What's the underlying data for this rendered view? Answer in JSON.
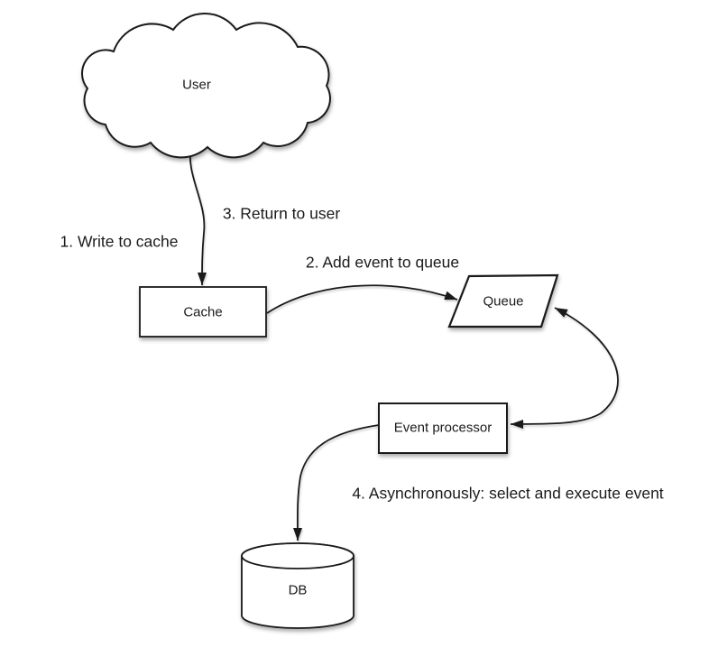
{
  "diagram": {
    "background_color": "#ffffff",
    "stroke_color": "#1a1a1a",
    "text_color": "#1b1b1b",
    "nodes": [
      {
        "id": "user",
        "label": "User",
        "shape": "cloud"
      },
      {
        "id": "cache",
        "label": "Cache",
        "shape": "rectangle"
      },
      {
        "id": "queue",
        "label": "Queue",
        "shape": "parallelogram"
      },
      {
        "id": "event-processor",
        "label": "Event processor",
        "shape": "rectangle"
      },
      {
        "id": "db",
        "label": "DB",
        "shape": "cylinder"
      }
    ],
    "steps": [
      {
        "n": 1,
        "text": "1. Write to cache"
      },
      {
        "n": 2,
        "text": "2. Add event to queue"
      },
      {
        "n": 3,
        "text": "3. Return to user"
      },
      {
        "n": 4,
        "text": "4. Asynchronously: select and execute event"
      }
    ],
    "edges": [
      {
        "from": "user",
        "to": "cache",
        "arrow": "end"
      },
      {
        "from": "cache",
        "to": "queue",
        "arrow": "end"
      },
      {
        "from": "queue",
        "to": "event-processor",
        "arrow": "both"
      },
      {
        "from": "event-processor",
        "to": "db",
        "arrow": "end"
      }
    ]
  }
}
